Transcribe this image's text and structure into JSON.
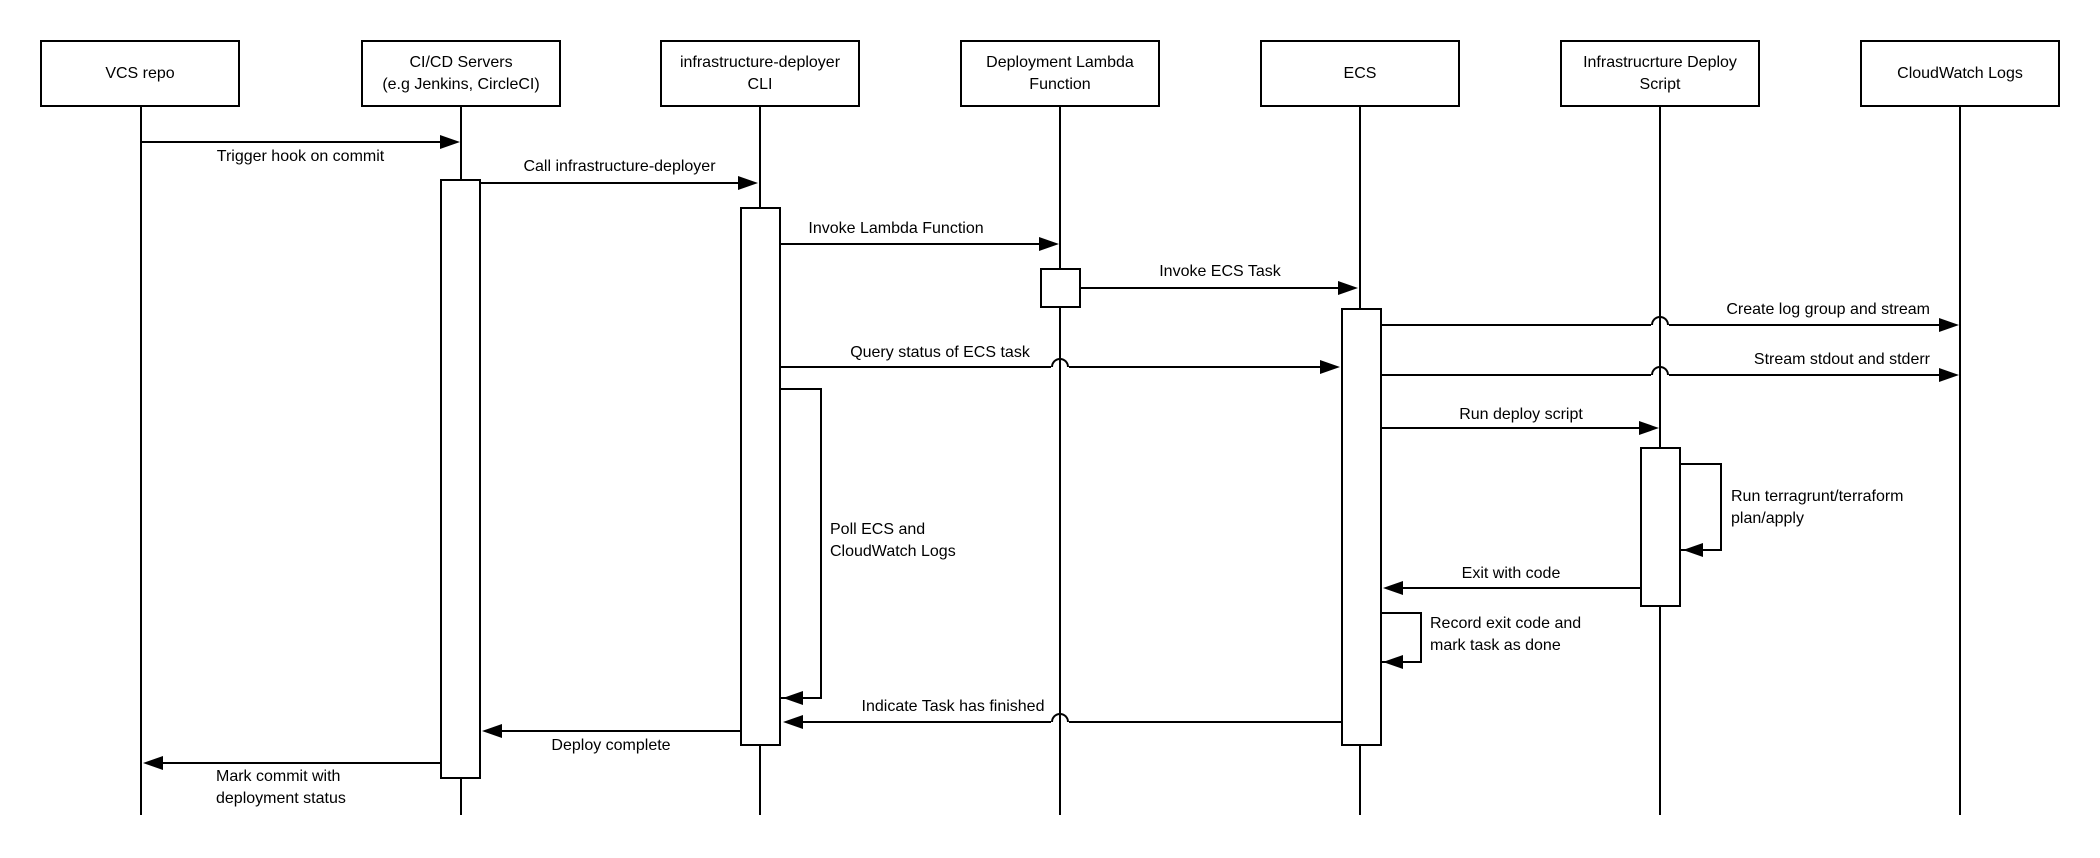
{
  "diagram": {
    "type": "sequence-diagram",
    "participants": [
      {
        "id": "vcs-repo",
        "label": "VCS repo"
      },
      {
        "id": "cicd-servers",
        "label": "CI/CD Servers\n(e.g Jenkins, CircleCI)"
      },
      {
        "id": "deployer-cli",
        "label": "infrastructure-deployer\nCLI"
      },
      {
        "id": "lambda-function",
        "label": "Deployment Lambda\nFunction"
      },
      {
        "id": "ecs",
        "label": "ECS"
      },
      {
        "id": "deploy-script",
        "label": "Infrastrucrture Deploy\nScript"
      },
      {
        "id": "cloudwatch-logs",
        "label": "CloudWatch Logs"
      }
    ],
    "messages": [
      {
        "from": "vcs-repo",
        "to": "cicd-servers",
        "label": "Trigger hook on commit"
      },
      {
        "from": "cicd-servers",
        "to": "deployer-cli",
        "label": "Call infrastructure-deployer"
      },
      {
        "from": "deployer-cli",
        "to": "lambda-function",
        "label": "Invoke Lambda Function"
      },
      {
        "from": "lambda-function",
        "to": "ecs",
        "label": "Invoke ECS Task"
      },
      {
        "from": "ecs",
        "to": "cloudwatch-logs",
        "label": "Create log group and stream"
      },
      {
        "from": "deployer-cli",
        "to": "ecs",
        "label": "Query status of ECS task"
      },
      {
        "from": "ecs",
        "to": "cloudwatch-logs",
        "label": "Stream stdout and stderr"
      },
      {
        "from": "ecs",
        "to": "deploy-script",
        "label": "Run deploy script"
      },
      {
        "from": "deploy-script",
        "to": "deploy-script",
        "label": "Run terragrunt/terraform\nplan/apply"
      },
      {
        "from": "deploy-script",
        "to": "ecs",
        "label": "Exit with code"
      },
      {
        "from": "ecs",
        "to": "ecs",
        "label": "Record exit code and\nmark task as done"
      },
      {
        "from": "deployer-cli",
        "to": "deployer-cli",
        "label": "Poll ECS and\nCloudWatch Logs"
      },
      {
        "from": "ecs",
        "to": "deployer-cli",
        "label": "Indicate Task has finished"
      },
      {
        "from": "deployer-cli",
        "to": "cicd-servers",
        "label": "Deploy complete"
      },
      {
        "from": "cicd-servers",
        "to": "vcs-repo",
        "label": "Mark commit with\ndeployment status"
      }
    ],
    "colors": {
      "line": "#000000",
      "text": "#000000",
      "box_fill": "#ffffff",
      "background": "#ffffff"
    }
  }
}
